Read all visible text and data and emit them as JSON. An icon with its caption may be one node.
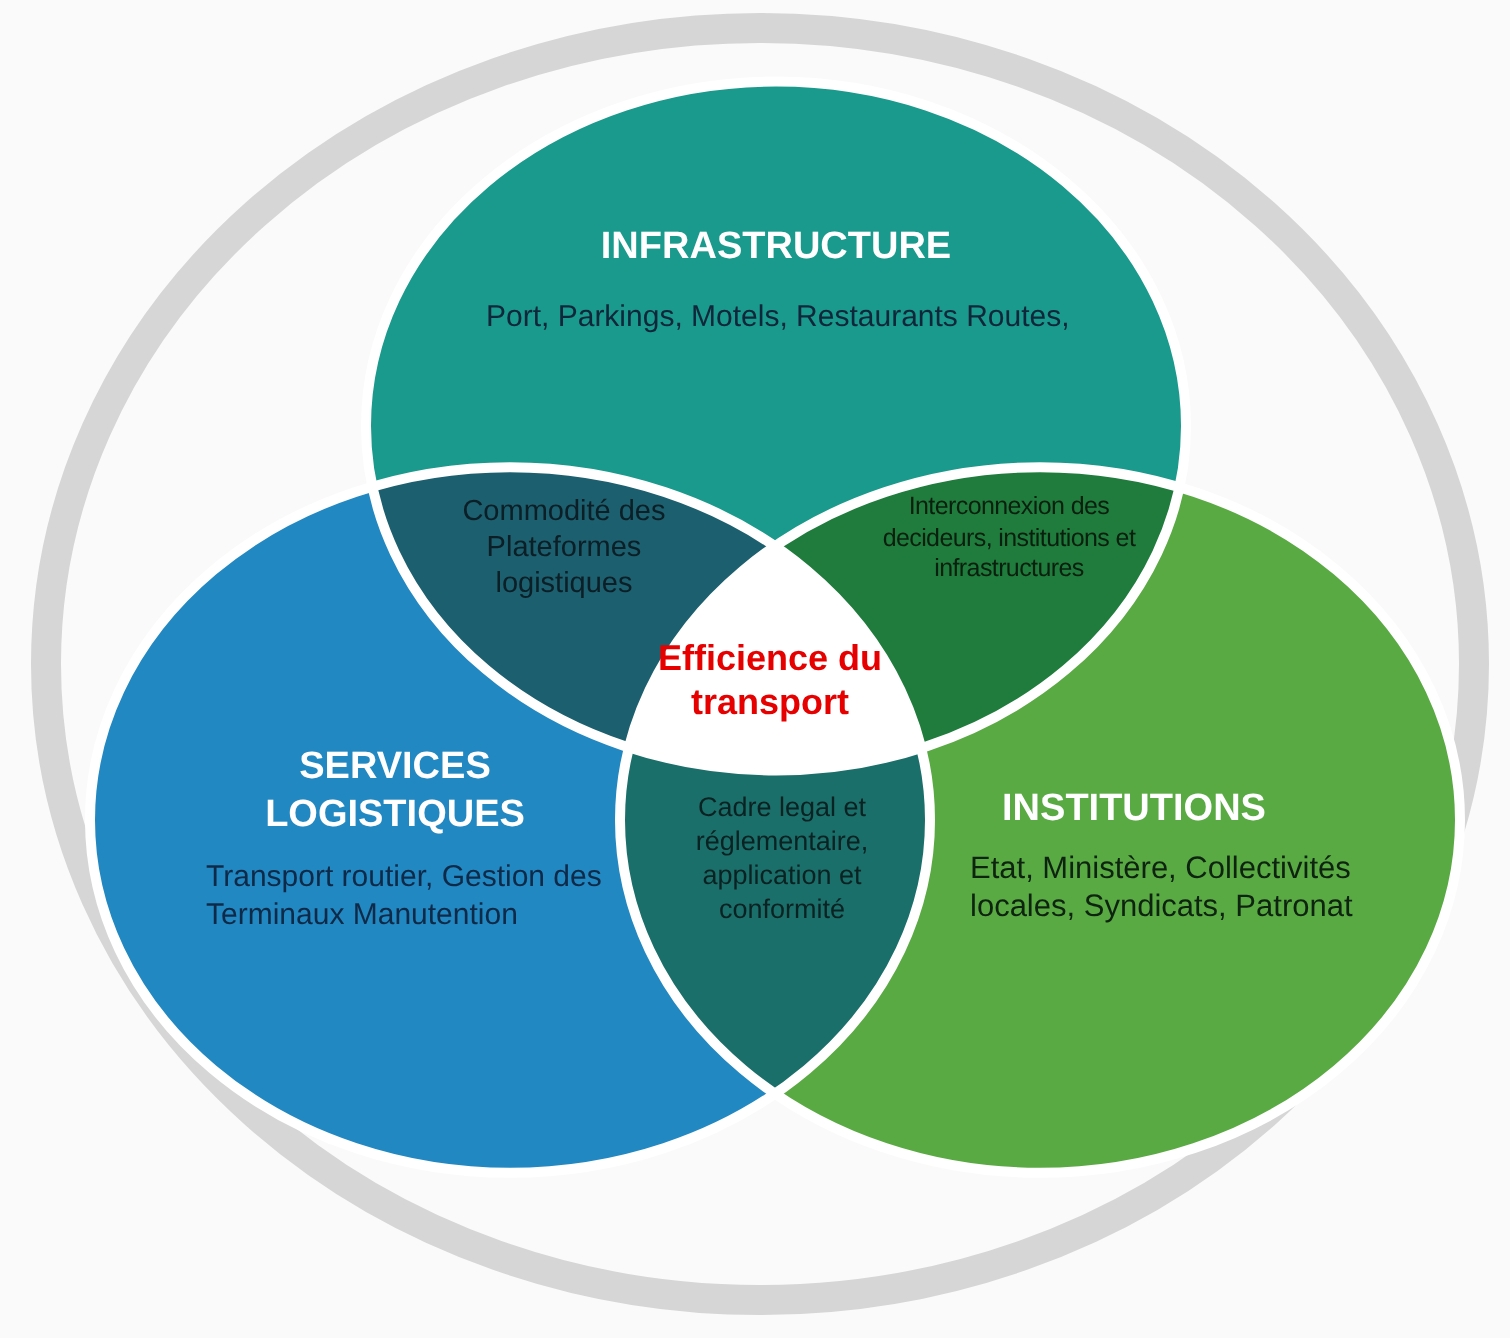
{
  "diagram": {
    "nodes": [
      {
        "text": [
          "INFRASTRUCTURE",
          "Port, Parkings, Motels, Restaurants Routes,"
        ]
      },
      {
        "text": [
          "SERVICES LOGISTIQUES",
          "Transport routier, Gestion des Terminaux Manutention"
        ]
      },
      {
        "text": [
          "INSTITUTIONS",
          "Etat, Ministère, Collectivités locales, Syndicats, Patronat"
        ]
      },
      {
        "text": [
          "Commodité des Plateformes logistiques"
        ]
      },
      {
        "text": [
          "Interconnexion des decideurs, institutions et infrastructures"
        ]
      },
      {
        "text": [
          "Cadre legal et réglementaire, application et conformité"
        ]
      },
      {
        "text": [
          "Efficience du transport"
        ]
      }
    ]
  }
}
